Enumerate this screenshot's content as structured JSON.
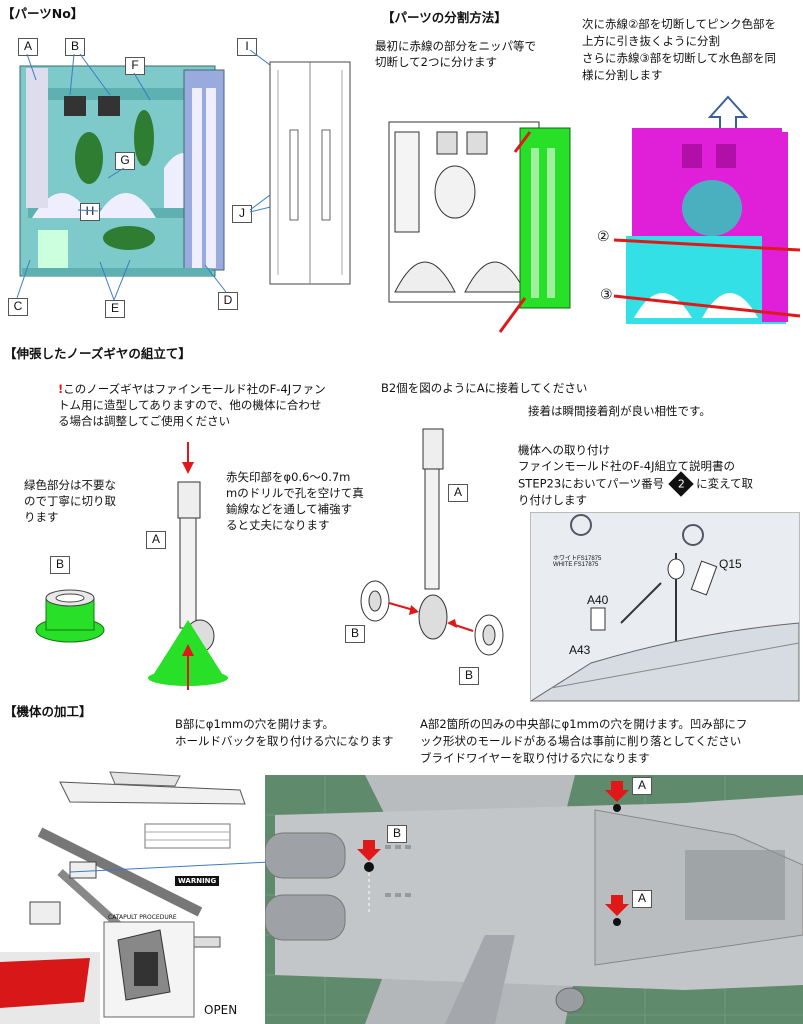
{
  "sections": {
    "parts_no": "【パーツNo】",
    "separation": "【パーツの分割方法】",
    "nose_gear": "【伸張したノーズギヤの組立て】",
    "fuselage": "【機体の加工】"
  },
  "separation": {
    "step1": [
      "最初に赤線の部分をニッパ等で",
      "切断して2つに分けます"
    ],
    "step2": [
      "次に赤線②部を切断してピンク色部を",
      "上方に引き抜くように分割",
      "さらに赤線③部を切断して水色部を同",
      "様に分割します"
    ],
    "mark2": "②",
    "mark3": "③"
  },
  "part_labels": {
    "A": "A",
    "B": "B",
    "C": "C",
    "D": "D",
    "E": "E",
    "F": "F",
    "G": "G",
    "H": "H",
    "I": "I",
    "J": "J"
  },
  "nose_gear": {
    "warning_mark": "!",
    "warning": [
      "このノーズギヤはファインモールド社のF-4Jファン",
      "トム用に造型してありますので、他の機体に合わせ",
      "る場合は調整してご使用ください"
    ],
    "green_note": [
      "緑色部分は不要な",
      "ので丁寧に切り取",
      "ります"
    ],
    "drill_note": [
      "赤矢印部をφ0.6〜0.7m",
      "mのドリルで孔を空けて真",
      "鍮線などを通して補強す",
      "ると丈夫になります"
    ],
    "b2_note": "B2個を図のようにAに接着してください",
    "glue_note": "接着は瞬間接着剤が良い相性です。",
    "attach_note": [
      "機体への取り付け",
      "ファインモールド社のF-4J組立て説明書の",
      "STEP23においてパーツ番号",
      "に変えて取",
      "り付けします"
    ],
    "step_badge": "2",
    "instr_labels": {
      "q15": "Q15",
      "a40": "A40",
      "a43": "A43",
      "white": "ホワイトFS17875",
      "white_en": "WHITE FS17875"
    }
  },
  "fuselage": {
    "b_note": [
      "B部にφ1mmの穴を開けます。",
      "ホールドバックを取り付ける穴になります"
    ],
    "a_note": [
      "A部2箇所の凹みの中央部にφ1mmの穴を開けます。凹み部にフ",
      "ック形状のモールドがある場合は事前に削り落としてください",
      "ブライドワイヤーを取り付ける穴になります"
    ],
    "open_label": "OPEN",
    "warning_tag": "WARNING",
    "catapult": "CATAPULT PROCEDURE"
  },
  "colors": {
    "cyan": "#33e0e6",
    "magenta": "#e020d8",
    "green": "#28e028",
    "red": "#e01818",
    "mat": "#5f8a6c"
  }
}
